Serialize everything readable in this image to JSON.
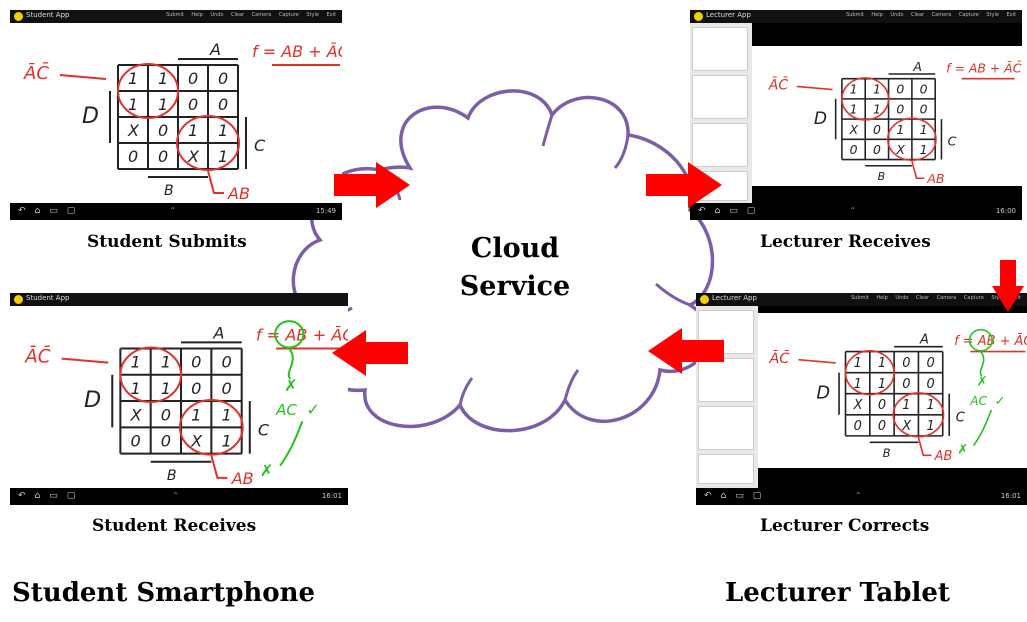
{
  "student_app_title": "Student App",
  "lecturer_app_title": "Lecturer App",
  "top_menu": "Submit Help Undo Clear Camera Capture Style Exit",
  "cloud": {
    "line1": "Cloud",
    "line2": "Service"
  },
  "captions": {
    "student_submits": "Student Submits",
    "lecturer_receives": "Lecturer Receives",
    "student_receives": "Student Receives",
    "lecturer_corrects": "Lecturer Corrects"
  },
  "footers": {
    "student": "Student  Smartphone",
    "lecturer": "Lecturer  Tablet"
  },
  "kmap": {
    "top_var": "A",
    "left_var": "D",
    "right_var": "C",
    "bottom_var": "B",
    "circle_label_left": "ĀC̄",
    "circle_label_bottom": "AB",
    "formula": "f = AB + ĀC̄",
    "cells": [
      [
        "1",
        "1",
        "0",
        "0"
      ],
      [
        "1",
        "1",
        "0",
        "0"
      ],
      [
        "X",
        "0",
        "1",
        "1"
      ],
      [
        "0",
        "0",
        "X",
        "1"
      ]
    ]
  },
  "corrections": {
    "ac_label": "AC",
    "check": "✓",
    "cross": "✗"
  },
  "times": {
    "student_submits": "15:49",
    "lecturer_receives": "16:00",
    "student_receives": "16:01",
    "lecturer_corrects": "16:01"
  },
  "nav_icons": "↶⌂▭▢",
  "nav_up": "⌃",
  "colors": {
    "arrow_red": "#ff0000",
    "cloud_outline": "#7b5ea7",
    "ink_red": "#e0322a",
    "ink_green": "#27c21f"
  }
}
